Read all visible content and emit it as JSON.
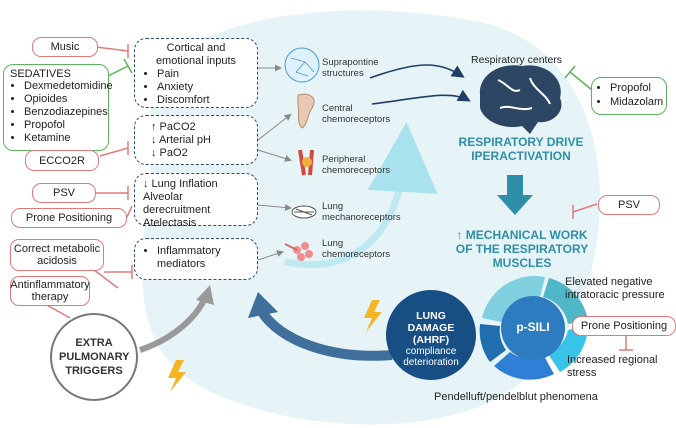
{
  "music": "Music",
  "sedatives": {
    "title": "SEDATIVES",
    "items": [
      "Dexmedetomidine",
      "Opioides",
      "Benzodiazepines",
      "Propofol",
      "Ketamine"
    ]
  },
  "cortical": {
    "title": "Cortical and emotional inputs",
    "items": [
      "Pain",
      "Anxiety",
      "Discomfort"
    ]
  },
  "blood": {
    "items": [
      "↑ PaCO2",
      "↓ Arterial pH",
      "↓ PaO2"
    ]
  },
  "ecco2r": "ECCO2R",
  "psv_left": "PSV",
  "prone_left": "Prone Positioning",
  "lung": {
    "items": [
      "↓ Lung Inflation",
      "Alveolar derecruitment",
      "Atelectasis"
    ]
  },
  "correct_acidosis": "Correct metabolic acidosis",
  "antiinflammatory": "Antinflammatory therapy",
  "inflammatory": "Inflammatory mediators",
  "extra_triggers": "EXTRA PULMONARY TRIGGERS",
  "receptors": {
    "suprapontine": "Suprapontine structures",
    "central": "Central chemoreceptors",
    "peripheral": "Peripheral chemoreceptors",
    "mechano": "Lung mechanoreceptors",
    "lung_chemo": "Lung chemoreceptors"
  },
  "respiratory_centers": "Respiratory centers",
  "right_sedatives": [
    "Propofol",
    "Midazolam"
  ],
  "drive": "RESPIRATORY DRIVE IPERACTIVATION",
  "psv_right": "PSV",
  "work": "↑ MECHANICAL WORK OF THE RESPIRATORY MUSCLES",
  "lung_damage": {
    "title": "LUNG DAMAGE (AHRF)",
    "sub": "compliance deterioration"
  },
  "psili": "p-SILI",
  "elevated": "Elevated negative intratoracic pressure",
  "prone_right": "Prone Positioning",
  "increased": "Increased regional stress",
  "pendelluft": "Pendelluft/pendelblut phenomena",
  "colors": {
    "teal": "#2f8fa8",
    "navy": "#1f3f66",
    "red": "#e07a7a",
    "green": "#5bb35b",
    "cyan": "#39b9d6"
  }
}
